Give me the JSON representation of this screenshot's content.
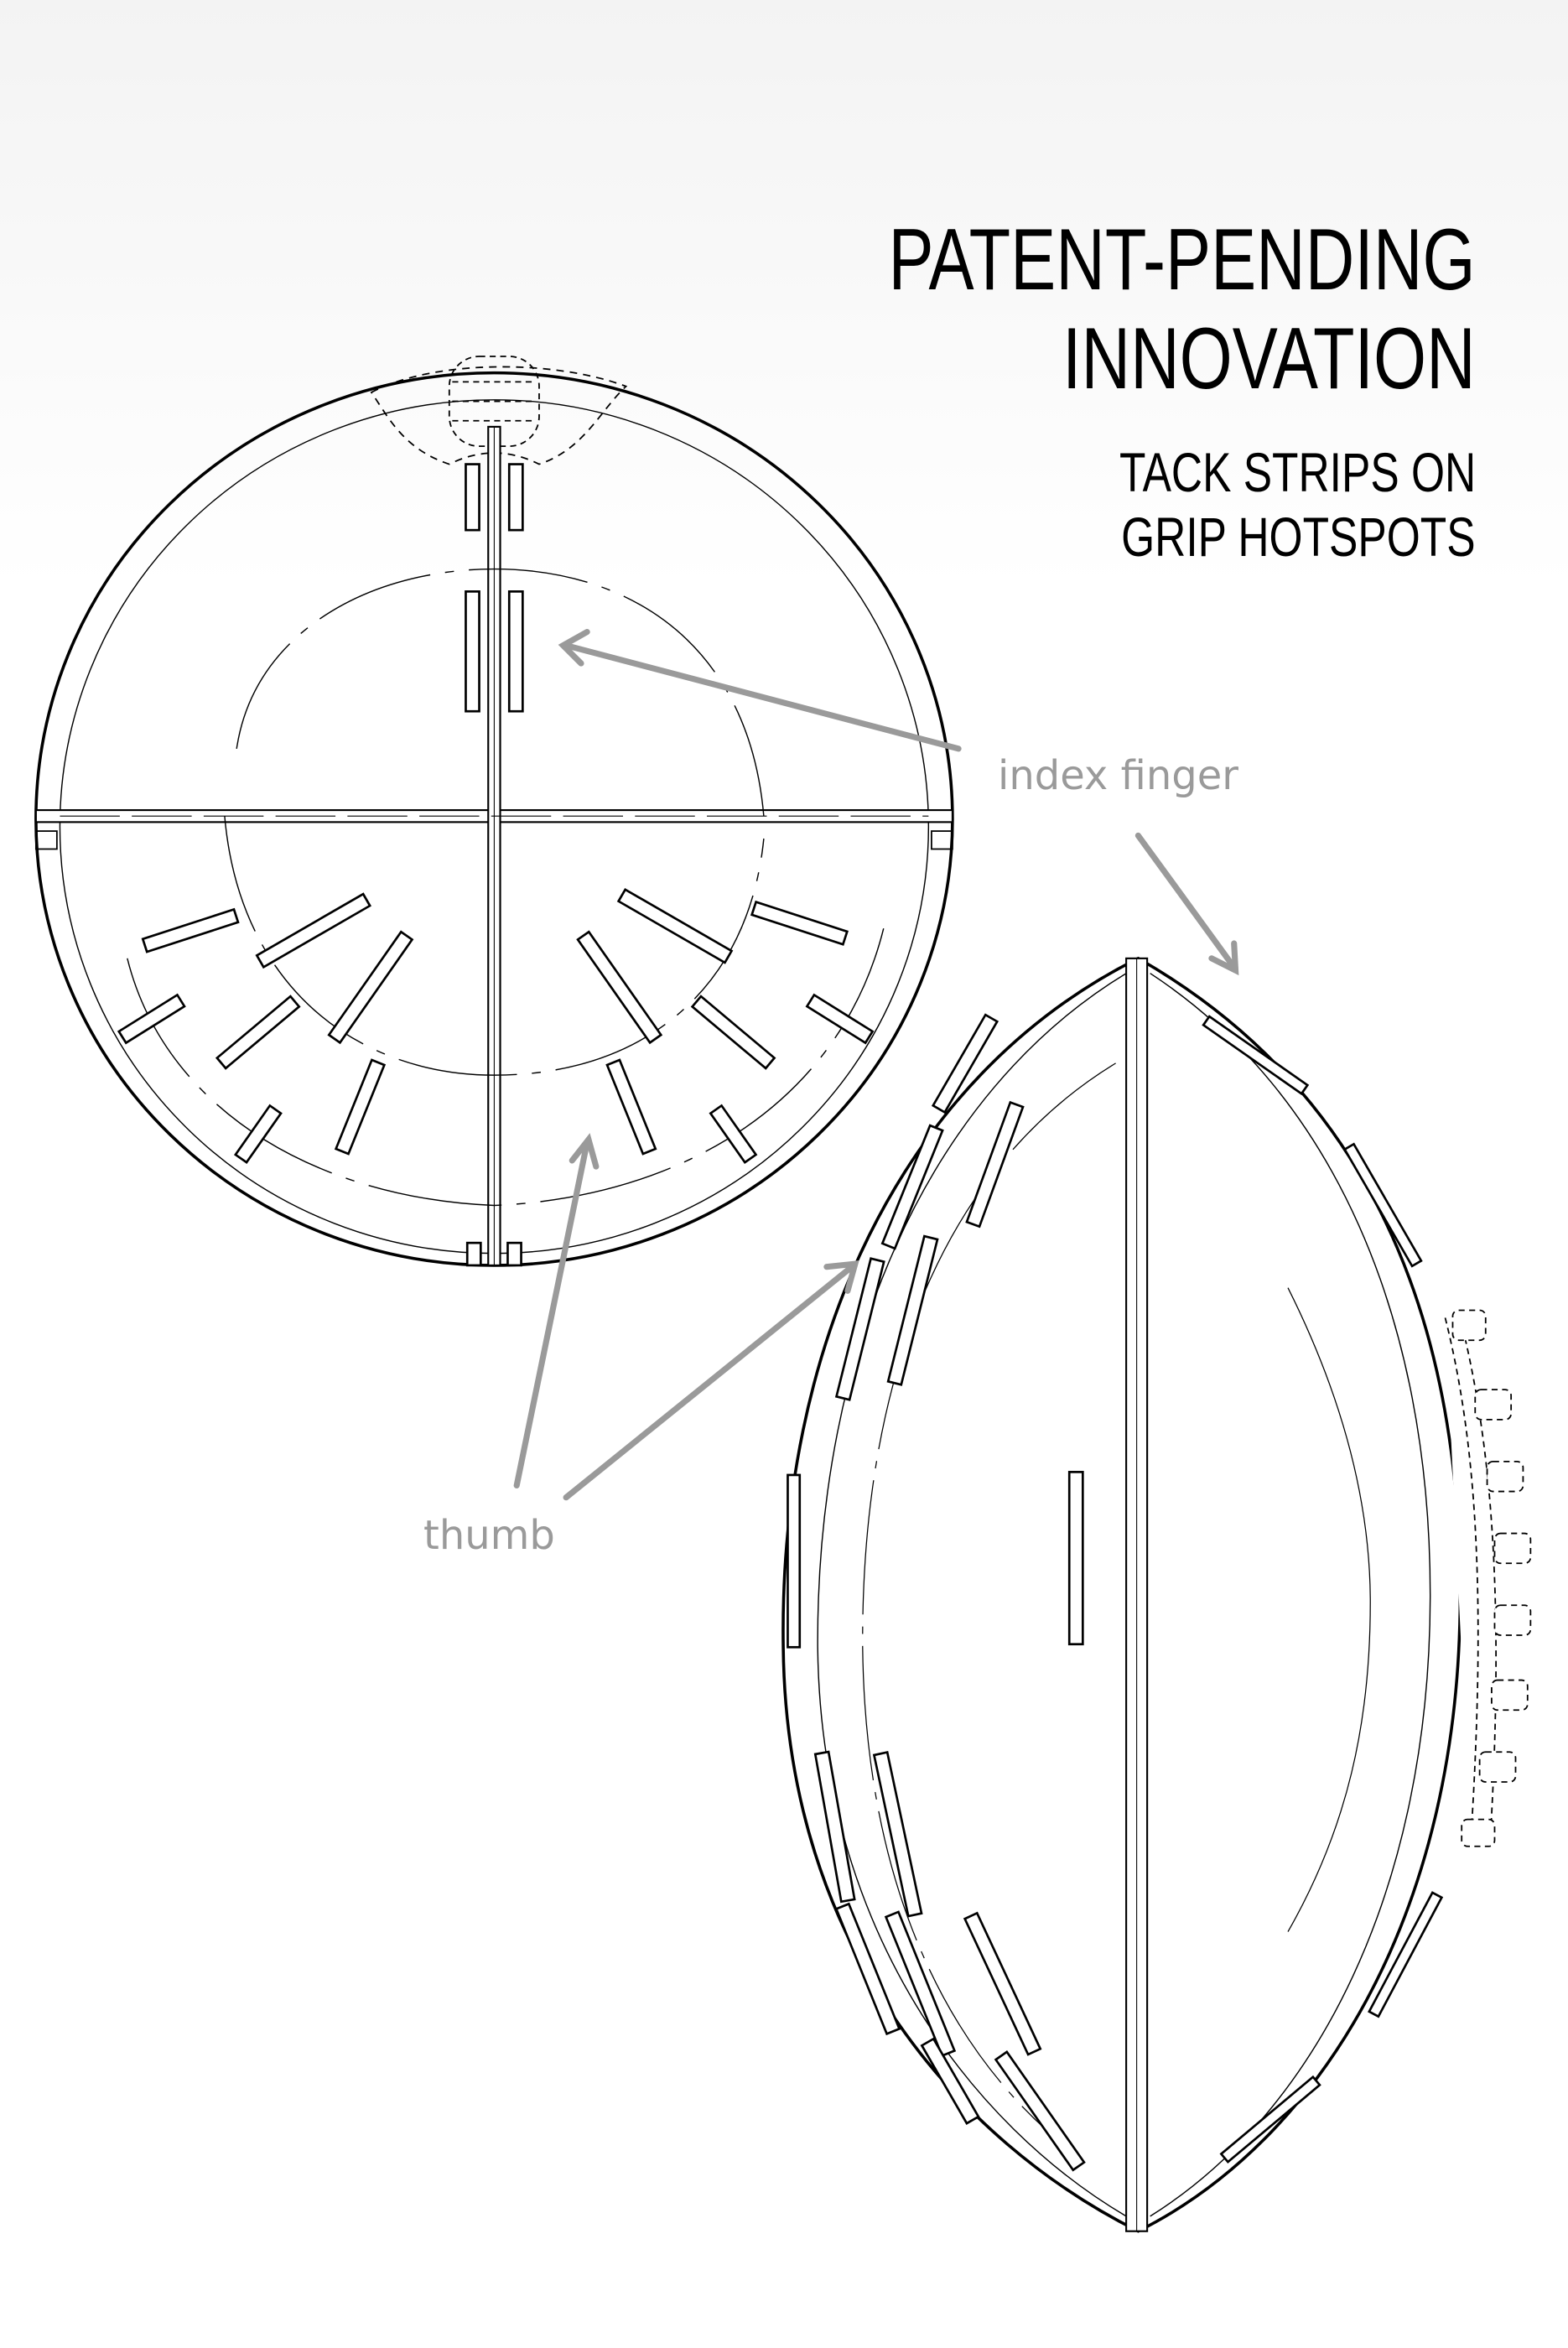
{
  "headline": {
    "line1": "PATENT-PENDING",
    "line2": "INNOVATION"
  },
  "subheadline": {
    "line1": "TACK STRIPS ON",
    "line2": "GRIP HOTSPOTS"
  },
  "callouts": {
    "index_finger": "index finger",
    "thumb": "thumb"
  },
  "colors": {
    "line": "#000000",
    "callout": "#9a9a9a",
    "background_top": "#f3f3f3"
  }
}
